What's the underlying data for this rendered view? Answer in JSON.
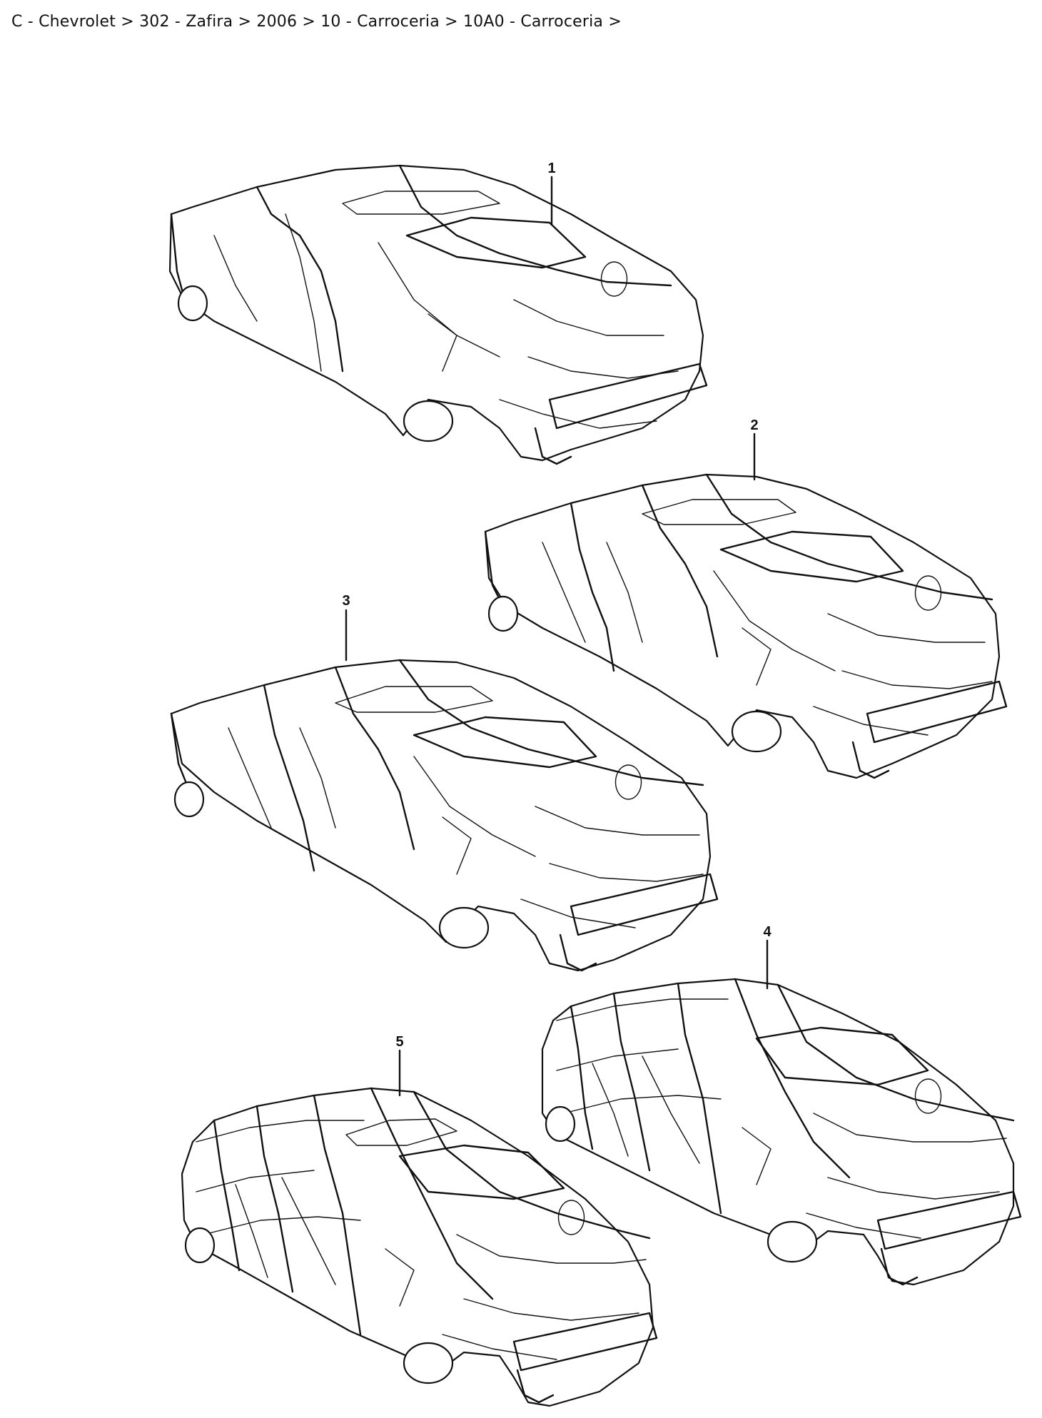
{
  "breadcrumb": {
    "items": [
      "C - Chevrolet",
      "302 - Zafira",
      "2006",
      "10 - Carroceria",
      "10A0 - Carroceria"
    ],
    "separator": ">"
  },
  "diagram": {
    "callouts": [
      "1",
      "2",
      "3",
      "4",
      "5"
    ],
    "line_color": "#111111",
    "background": "#ffffff"
  }
}
